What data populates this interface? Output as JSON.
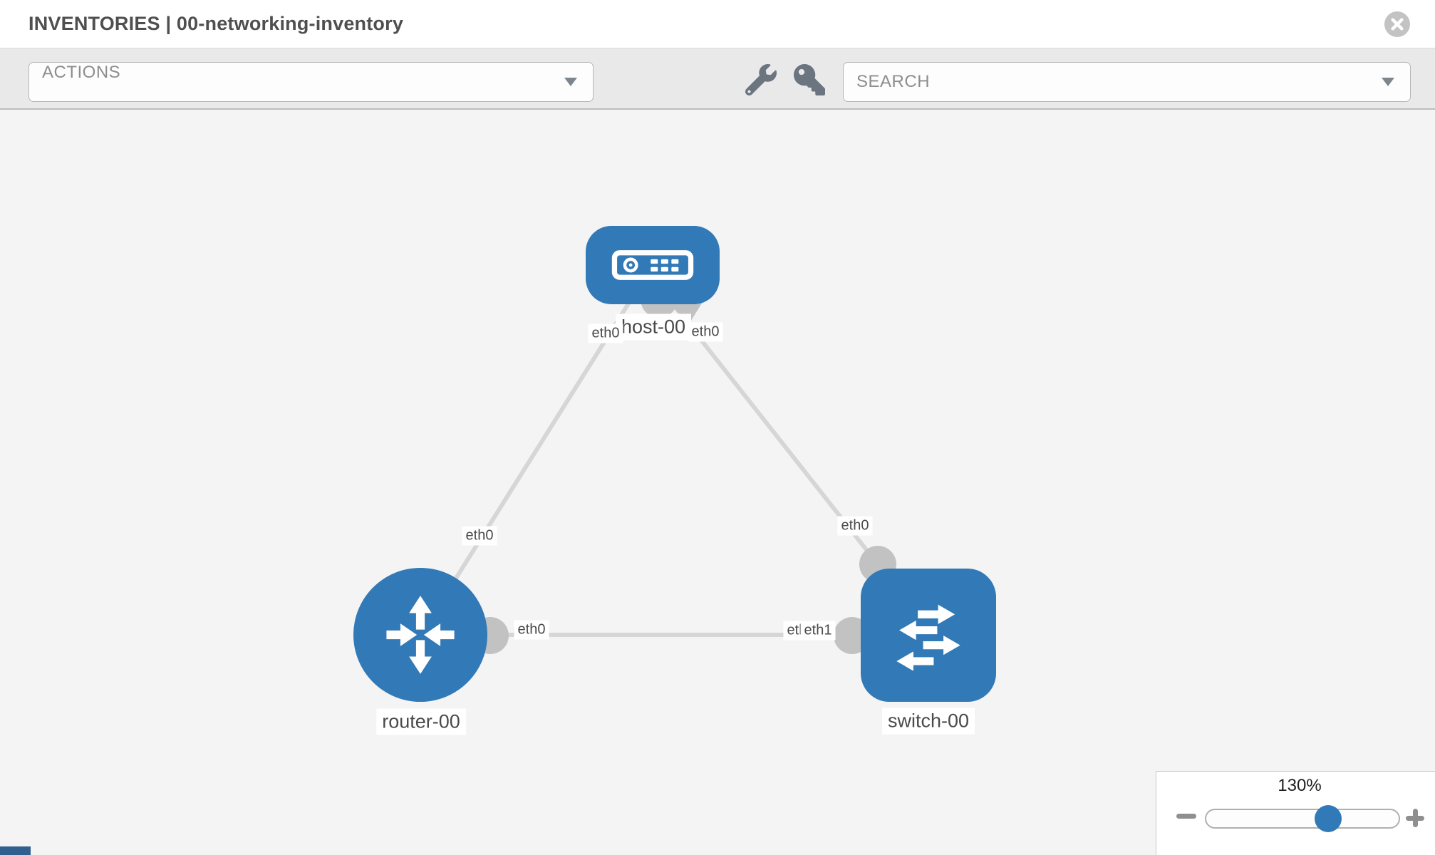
{
  "header": {
    "title": "INVENTORIES | 00-networking-inventory"
  },
  "toolbar": {
    "actions_label": "ACTIONS",
    "search_placeholder": "SEARCH",
    "icons": [
      "wrench",
      "key"
    ]
  },
  "topology": {
    "nodes": [
      {
        "id": "host-00",
        "type": "host",
        "label": "host-00"
      },
      {
        "id": "router-00",
        "type": "router",
        "label": "router-00"
      },
      {
        "id": "switch-00",
        "type": "switch",
        "label": "switch-00"
      }
    ],
    "links": [
      {
        "from": "router-00",
        "to": "host-00",
        "from_if": "eth0",
        "to_if": "eth0"
      },
      {
        "from": "switch-00",
        "to": "host-00",
        "from_if": "eth0",
        "to_if": "eth0"
      },
      {
        "from": "router-00",
        "to": "switch-00",
        "from_if": "eth0",
        "to_if": "eth1"
      }
    ],
    "iface_labels": {
      "host_left": "eth0",
      "host_right": "eth0",
      "host_router_mid": "eth0",
      "host_switch_mid": "eth0",
      "router_side": "eth0",
      "switch_side_under": "eth0",
      "switch_side_over": "eth1"
    }
  },
  "zoom_control": {
    "level": "130%"
  },
  "colors": {
    "node_blue": "#3279b7",
    "link_gray": "#d6d6d6",
    "connector_gray": "#c2c2c2",
    "toolbar_bg": "#e9e9e9",
    "canvas_bg": "#f4f4f4"
  }
}
